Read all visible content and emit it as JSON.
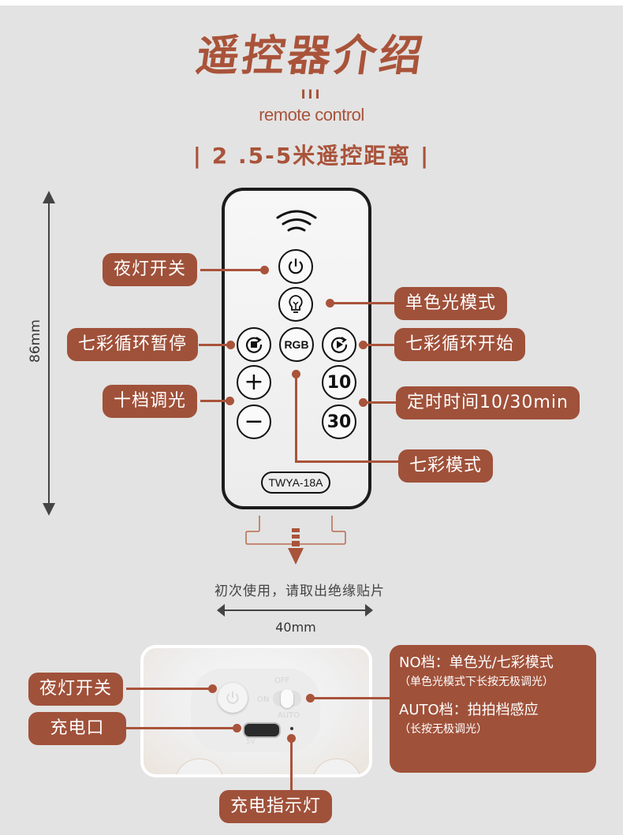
{
  "header": {
    "title": "遥控器介绍",
    "bars": "III",
    "subtitle": "remote control",
    "distance": "| 2 .5-5米遥控距离 |"
  },
  "dimensions": {
    "height": "86mm",
    "width": "40mm"
  },
  "remote": {
    "model": "TWYA-18A",
    "buttons": {
      "power": "power-icon",
      "mono": "bulb-icon",
      "pause": "cycle-stop-icon",
      "rgb": "RGB",
      "play": "cycle-play-icon",
      "plus": "+",
      "minus": "−",
      "timer10": "10",
      "timer30": "30"
    }
  },
  "labels": {
    "power": "夜灯开关",
    "mono": "单色光模式",
    "pause": "七彩循环暂停",
    "play": "七彩循环开始",
    "dim": "十档调光",
    "timer": "定时时间10/30min",
    "rgb": "七彩模式"
  },
  "note": "初次使用，请取出绝缘贴片",
  "device": {
    "switch_off": "OFF",
    "switch_on": "ON",
    "switch_auto": "AUTO",
    "port_label": "5V",
    "labels": {
      "power": "夜灯开关",
      "port": "充电口",
      "indicator": "充电指示灯"
    },
    "info": {
      "no_mode": "NO档：单色光/七彩模式",
      "no_mode_sub": "（单色光模式下长按无极调光）",
      "auto_mode": "AUTO档：拍拍档感应",
      "auto_mode_sub": "（长按无极调光）"
    }
  },
  "colors": {
    "accent": "#a0513a",
    "background": "#e3e3e3",
    "remote_border": "#1c1c1c"
  }
}
